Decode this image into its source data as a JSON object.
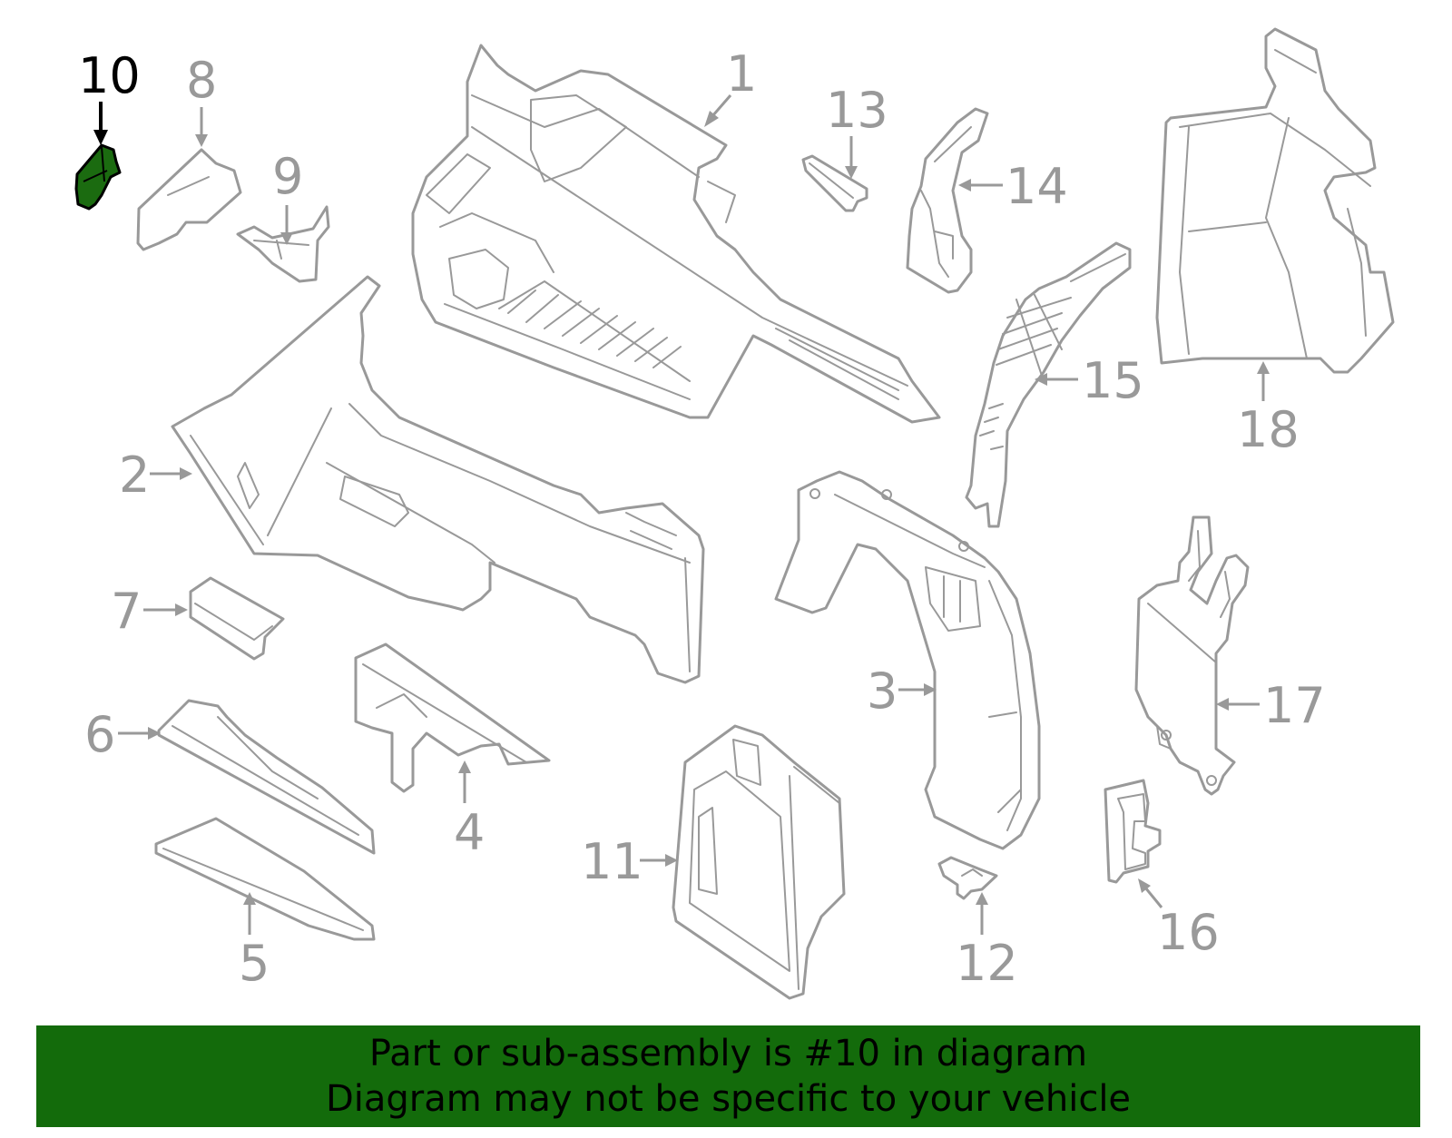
{
  "diagram": {
    "highlighted_part": "10",
    "callouts": [
      {
        "id": "c1",
        "label": "1"
      },
      {
        "id": "c2",
        "label": "2"
      },
      {
        "id": "c3",
        "label": "3"
      },
      {
        "id": "c4",
        "label": "4"
      },
      {
        "id": "c5",
        "label": "5"
      },
      {
        "id": "c6",
        "label": "6"
      },
      {
        "id": "c7",
        "label": "7"
      },
      {
        "id": "c8",
        "label": "8"
      },
      {
        "id": "c9",
        "label": "9"
      },
      {
        "id": "c10",
        "label": "10"
      },
      {
        "id": "c11",
        "label": "11"
      },
      {
        "id": "c12",
        "label": "12"
      },
      {
        "id": "c13",
        "label": "13"
      },
      {
        "id": "c14",
        "label": "14"
      },
      {
        "id": "c15",
        "label": "15"
      },
      {
        "id": "c16",
        "label": "16"
      },
      {
        "id": "c17",
        "label": "17"
      },
      {
        "id": "c18",
        "label": "18"
      }
    ]
  },
  "footer": {
    "line1": "Part or sub-assembly is #10 in diagram",
    "line2": "Diagram may not be specific to your vehicle"
  },
  "colors": {
    "banner": "#136b0b",
    "highlight_part": "#1b6b10",
    "outline": "#999999",
    "highlight_text": "#000000"
  }
}
